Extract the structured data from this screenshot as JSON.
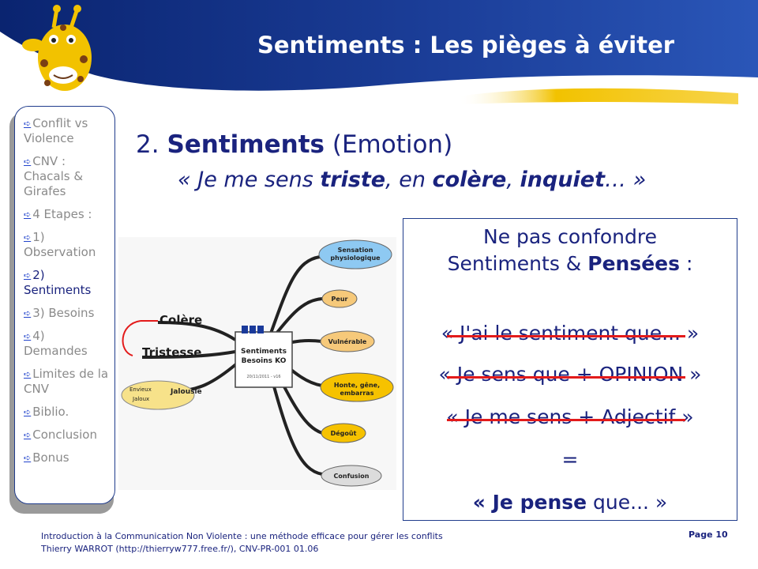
{
  "header": {
    "title": "Sentiments : Les pièges à éviter",
    "colors": {
      "banner": "#0b2a7a",
      "gold": "#f2c200"
    }
  },
  "sidebar": {
    "items": [
      {
        "label": "Conflit vs Violence"
      },
      {
        "label": "CNV : Chacals & Girafes"
      },
      {
        "label": "4 Etapes :"
      },
      {
        "label": "1) Observation"
      },
      {
        "label": "2) Sentiments",
        "active": true
      },
      {
        "label": "3) Besoins"
      },
      {
        "label": "4) Demandes"
      },
      {
        "label": "Limites de la CNV"
      },
      {
        "label": "Biblio."
      },
      {
        "label": "Conclusion"
      },
      {
        "label": "Bonus"
      }
    ]
  },
  "main": {
    "heading_num": "2.",
    "heading_bold": "Sentiments",
    "heading_rest": "(Emotion)",
    "quote": {
      "open": "« Je me sens ",
      "w1": "triste",
      "sep1": ", en ",
      "w2": "colère",
      "sep2": ", ",
      "w3": "inquiet",
      "close": "… »"
    }
  },
  "mindmap": {
    "center_title": "Sentiments\nBesoins KO",
    "center_meta": "20/11/2011 - v16",
    "left_nodes": [
      "Colère",
      "Tristesse"
    ],
    "jealousy": {
      "main": "Jalousie",
      "sub1": "Envieux",
      "sub2": "Jaloux"
    },
    "right_nodes": [
      {
        "label": "Sensation physiologique",
        "color": "#8ec9f2"
      },
      {
        "label": "Peur",
        "color": "#f6c97a"
      },
      {
        "label": "Vulnérable",
        "color": "#f6c97a"
      },
      {
        "label": "Honte, gêne, embarras",
        "color": "#f6c200"
      },
      {
        "label": "Dégoût",
        "color": "#f6c200"
      },
      {
        "label": "Confusion",
        "color": "#dcdcdc"
      }
    ]
  },
  "box": {
    "title_line1": "Ne pas confondre",
    "title_line2_pre": "Sentiments & ",
    "title_line2_bold": "Pensées",
    "title_line2_post": " :",
    "line1": "« J'ai le sentiment que... »",
    "line2": "« Je sens que + OPINION »",
    "line3": "« Je me sens + Adjectif »",
    "equals": "=",
    "result_bold": "« Je pense",
    "result_rest": " que... »",
    "strike_color": "#e31b1b"
  },
  "footer": {
    "line1": "Introduction à la Communication Non Violente : une méthode efficace pour gérer les conflits",
    "line2": "Thierry WARROT (http://thierryw777.free.fr/), CNV-PR-001 01.06",
    "page": "Page 10"
  }
}
